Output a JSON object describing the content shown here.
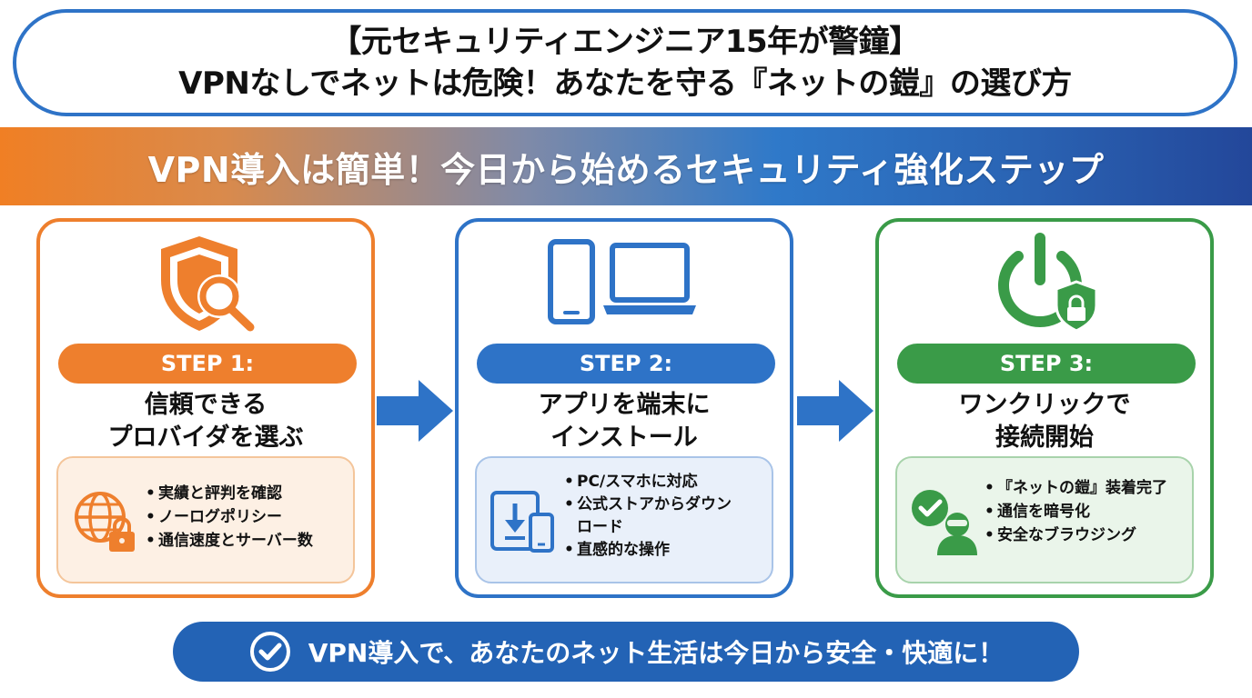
{
  "header": {
    "title_line1": "【元セキュリティエンジニア15年が警鐘】",
    "title_line2": "VPNなしでネットは危険！あなたを守る『ネットの鎧』の選び方"
  },
  "banner": {
    "text": "VPN導入は簡単！今日から始めるセキュリティ強化ステップ"
  },
  "steps": [
    {
      "label": "STEP 1:",
      "title_lines": [
        "信頼できる",
        "プロバイダを選ぶ"
      ],
      "icon": "shield-search-icon",
      "detail_icon": "globe-lock-icon",
      "items": [
        "実績と評判を確認",
        "ノーログポリシー",
        "通信速度とサーバー数"
      ],
      "color": "#ee7f2d"
    },
    {
      "label": "STEP 2:",
      "title_lines": [
        "アプリを端末に",
        "インストール"
      ],
      "icon": "phone-laptop-icon",
      "detail_icon": "tablet-download-icon",
      "items": [
        "PC/スマホに対応",
        "公式ストアからダウン",
        "ロード",
        "直感的な操作"
      ],
      "color": "#2e73c7"
    },
    {
      "label": "STEP 3:",
      "title_lines": [
        "ワンクリックで",
        "接続開始"
      ],
      "icon": "power-lock-icon",
      "detail_icon": "check-user-icon",
      "items": [
        "『ネットの鎧』装着完了",
        "通信を暗号化",
        "安全なブラウジング"
      ],
      "color": "#3a9b48"
    }
  ],
  "footer": {
    "text": "VPN導入で、あなたのネット生活は今日から安全・快適に！",
    "icon": "check-circle-icon"
  }
}
